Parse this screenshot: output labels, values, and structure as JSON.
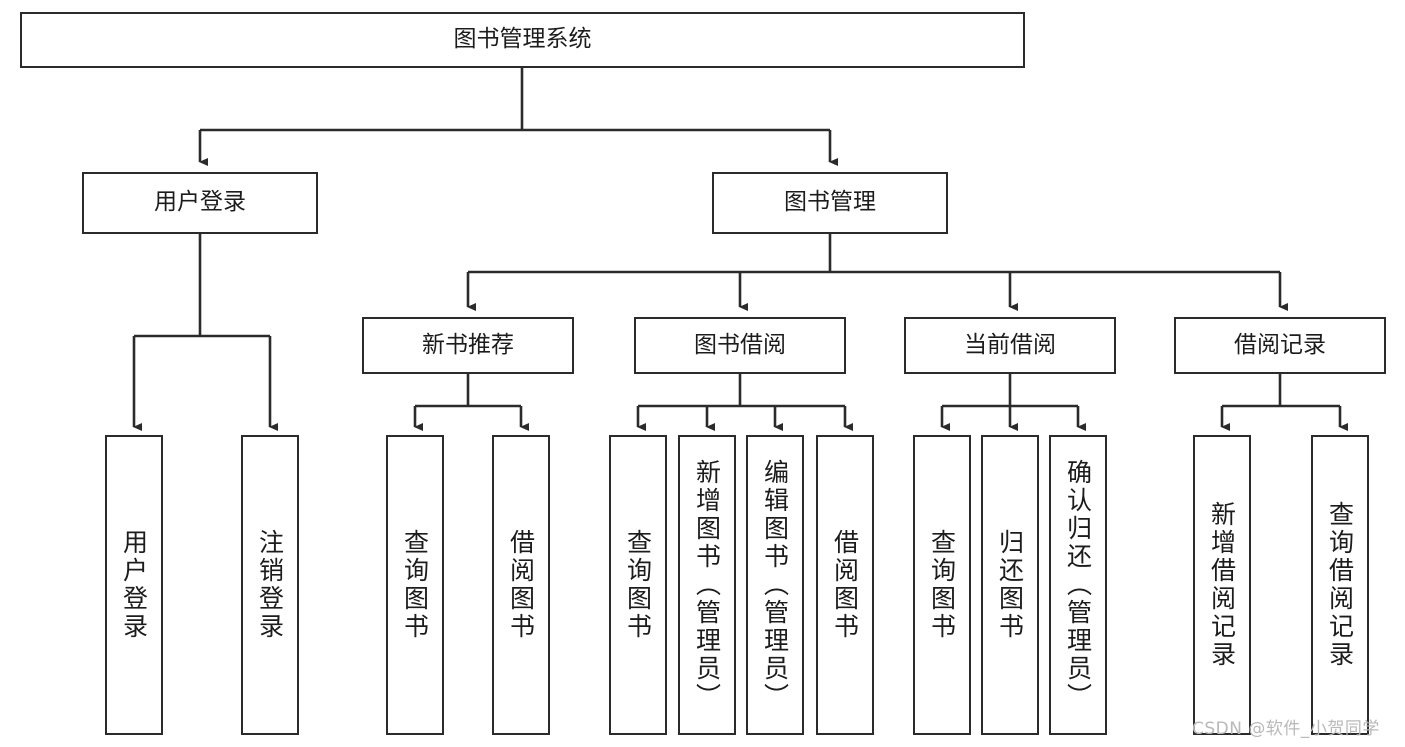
{
  "diagram": {
    "title": "图书管理系统",
    "type": "hierarchy-tree",
    "colors": {
      "box_stroke": "#2b2b2b",
      "box_fill": "#ffffff",
      "edge_stroke": "#2b2b2b",
      "text": "#1c1c1c",
      "watermark": "#b9b9b9",
      "background": "#ffffff"
    },
    "nodes": {
      "root": {
        "label": "图书管理系统"
      },
      "level1": [
        {
          "id": "user-login",
          "label": "用户登录"
        },
        {
          "id": "book-manage",
          "label": "图书管理"
        }
      ],
      "level2": [
        {
          "id": "new-book-recommend",
          "label": "新书推荐"
        },
        {
          "id": "book-borrow",
          "label": "图书借阅"
        },
        {
          "id": "current-borrow",
          "label": "当前借阅"
        },
        {
          "id": "borrow-record",
          "label": "借阅记录"
        }
      ],
      "leaves": [
        {
          "id": "leaf-user-login",
          "label": "用户登录",
          "parent": "user-login"
        },
        {
          "id": "leaf-logout-login",
          "label": "注销登录",
          "parent": "user-login"
        },
        {
          "id": "leaf-query-book-1",
          "label": "查询图书",
          "parent": "new-book-recommend"
        },
        {
          "id": "leaf-borrow-book-1",
          "label": "借阅图书",
          "parent": "new-book-recommend"
        },
        {
          "id": "leaf-query-book-2",
          "label": "查询图书",
          "parent": "book-borrow"
        },
        {
          "id": "leaf-add-book",
          "label": "新增图书（管理员）",
          "parent": "book-borrow"
        },
        {
          "id": "leaf-edit-book",
          "label": "编辑图书（管理员）",
          "parent": "book-borrow"
        },
        {
          "id": "leaf-borrow-book-2",
          "label": "借阅图书",
          "parent": "book-borrow"
        },
        {
          "id": "leaf-query-book-3",
          "label": "查询图书",
          "parent": "current-borrow"
        },
        {
          "id": "leaf-return-book",
          "label": "归还图书",
          "parent": "current-borrow"
        },
        {
          "id": "leaf-confirm-return",
          "label": "确认归还（管理员）",
          "parent": "current-borrow"
        },
        {
          "id": "leaf-add-record",
          "label": "新增借阅记录",
          "parent": "borrow-record"
        },
        {
          "id": "leaf-query-record",
          "label": "查询借阅记录",
          "parent": "borrow-record"
        }
      ]
    },
    "edges": [
      {
        "from": "root",
        "to": "user-login"
      },
      {
        "from": "root",
        "to": "book-manage"
      },
      {
        "from": "book-manage",
        "to": "new-book-recommend"
      },
      {
        "from": "book-manage",
        "to": "book-borrow"
      },
      {
        "from": "book-manage",
        "to": "current-borrow"
      },
      {
        "from": "book-manage",
        "to": "borrow-record"
      },
      {
        "from": "user-login",
        "to": "leaf-user-login"
      },
      {
        "from": "user-login",
        "to": "leaf-logout-login"
      },
      {
        "from": "new-book-recommend",
        "to": "leaf-query-book-1"
      },
      {
        "from": "new-book-recommend",
        "to": "leaf-borrow-book-1"
      },
      {
        "from": "book-borrow",
        "to": "leaf-query-book-2"
      },
      {
        "from": "book-borrow",
        "to": "leaf-add-book"
      },
      {
        "from": "book-borrow",
        "to": "leaf-edit-book"
      },
      {
        "from": "book-borrow",
        "to": "leaf-borrow-book-2"
      },
      {
        "from": "current-borrow",
        "to": "leaf-query-book-3"
      },
      {
        "from": "current-borrow",
        "to": "leaf-return-book"
      },
      {
        "from": "current-borrow",
        "to": "leaf-confirm-return"
      },
      {
        "from": "borrow-record",
        "to": "leaf-add-record"
      },
      {
        "from": "borrow-record",
        "to": "leaf-query-record"
      }
    ]
  },
  "watermark": {
    "text": "CSDN @软件_小贺同学"
  }
}
